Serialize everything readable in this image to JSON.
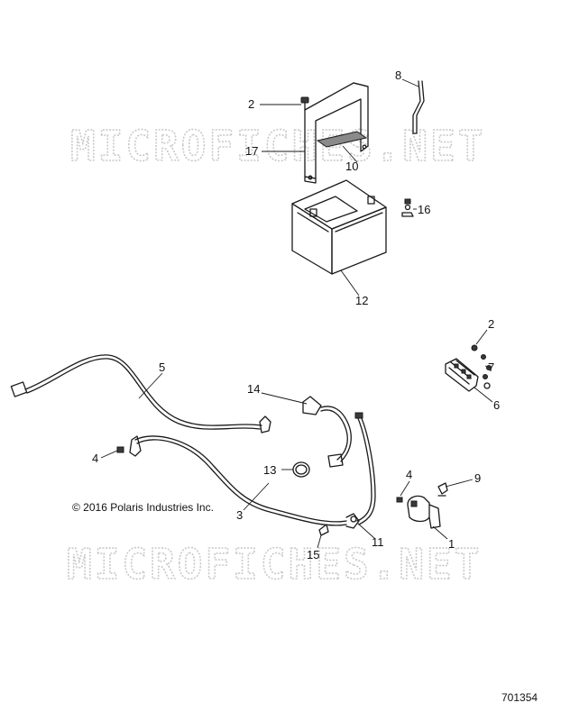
{
  "watermark": "MICROFICHES.NET",
  "copyright": "© 2016 Polaris Industries Inc.",
  "document_number": "701354",
  "callouts": {
    "bracket_bolt": "2",
    "strap": "8",
    "hold_down": "17",
    "pad": "10",
    "terminal_hardware": "16",
    "battery": "12",
    "fuse_nut": "2",
    "fuse_washer": "7",
    "fuse_block": "6",
    "harness_main": "5",
    "ground_bolt_left": "4",
    "cable_pos": "14",
    "clamp": "13",
    "cable_neg": "3",
    "cable_ext": "11",
    "tie": "15",
    "relay_bolt": "4",
    "relay_clip": "9",
    "relay": "1"
  }
}
